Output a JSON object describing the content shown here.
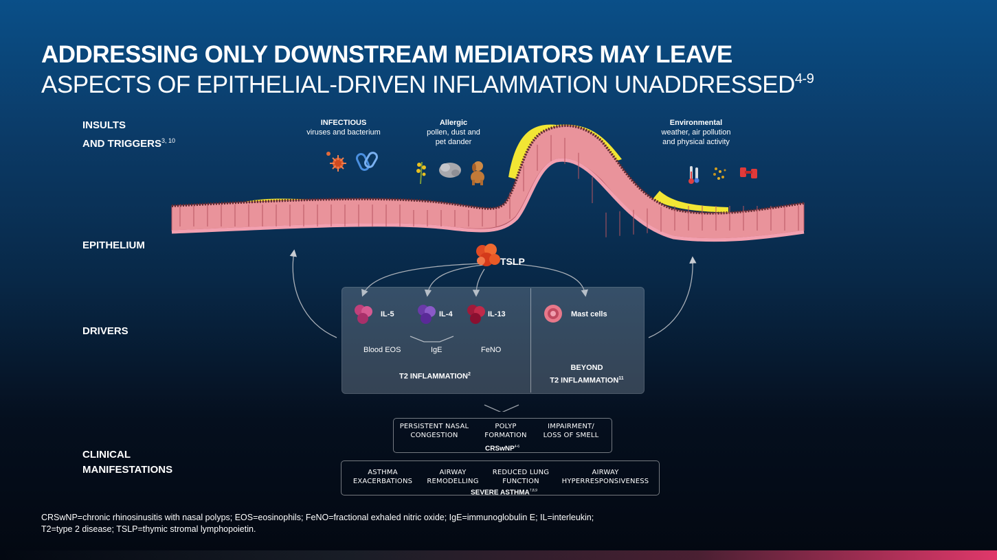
{
  "title": {
    "line1": "ADDRESSING ONLY DOWNSTREAM MEDIATORS MAY LEAVE",
    "line2": "ASPECTS OF EPITHELIAL-DRIVEN INFLAMMATION UNADDRESSED",
    "line2_ref": "4-9"
  },
  "sections": {
    "insults_line1": "INSULTS",
    "insults_line2": "AND TRIGGERS",
    "insults_ref": "3, 10",
    "epithelium": "EPITHELIUM",
    "drivers": "DRIVERS",
    "clinical_line1": "CLINICAL",
    "clinical_line2": "MANIFESTATIONS"
  },
  "triggers": {
    "infectious_title": "INFECTIOUS",
    "infectious_desc": "viruses and bacterium",
    "allergic_title": "Allergic",
    "allergic_desc1": "pollen, dust and",
    "allergic_desc2": "pet dander",
    "environmental_title": "Environmental",
    "environmental_desc1": "weather, air pollution",
    "environmental_desc2": "and physical activity"
  },
  "drivers": {
    "tslp": "TSLP",
    "il5": "IL-5",
    "il4": "IL-4",
    "il13": "IL-13",
    "mast_cells": "Mast cells",
    "blood_eos": "Blood EOS",
    "ige": "IgE",
    "feno": "FeNO",
    "t2_label": "T2 INFLAMMATION",
    "t2_ref": "2",
    "beyond_line1": "BEYOND",
    "beyond_line2": "T2 INFLAMMATION",
    "beyond_ref": "11"
  },
  "crswnp": {
    "items": [
      {
        "line1": "PERSISTENT NASAL",
        "line2": "CONGESTION"
      },
      {
        "line1": "POLYP",
        "line2": "FORMATION"
      },
      {
        "line1": "IMPAIRMENT/",
        "line2": "LOSS OF SMELL"
      }
    ],
    "label": "CRSwNP",
    "ref": "4-6"
  },
  "asthma": {
    "items": [
      {
        "line1": "ASTHMA",
        "line2": "EXACERBATIONS"
      },
      {
        "line1": "AIRWAY",
        "line2": "REMODELLING"
      },
      {
        "line1": "REDUCED LUNG",
        "line2": "FUNCTION"
      },
      {
        "line1": "AIRWAY",
        "line2": "HYPERRESPONSIVENESS"
      }
    ],
    "label": "SEVERE ASTHMA",
    "ref": "7,8,9"
  },
  "footnote": {
    "line1": "CRSwNP=chronic rhinosinusitis with nasal polyps; EOS=eosinophils; FeNO=fractional exhaled nitric oxide; IgE=immunoglobulin E; IL=interleukin;",
    "line2": "T2=type 2 disease; TSLP=thymic stromal lymphopoietin."
  },
  "colors": {
    "accent_pink": "#e0386a",
    "mucus_yellow": "#f2e634",
    "cell_pink": "#e9939b",
    "basement_pink": "#f2a0b0"
  },
  "icons": [
    "virus-icon",
    "bacterium-icon",
    "pollen-icon",
    "dust-icon",
    "dog-icon",
    "thermometer-icon",
    "pollution-icon",
    "dumbbell-icon",
    "tslp-molecule-icon",
    "il5-molecule-icon",
    "il4-molecule-icon",
    "il13-molecule-icon",
    "mast-cell-icon"
  ]
}
